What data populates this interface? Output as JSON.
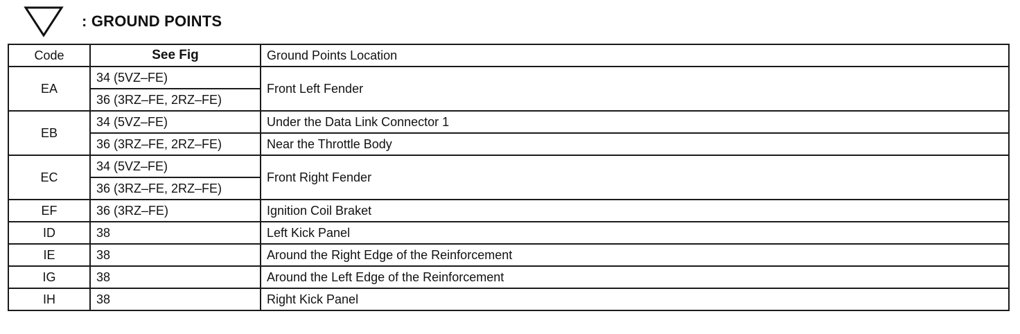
{
  "header": {
    "icon": "ground-triangle-icon",
    "title": ": GROUND POINTS"
  },
  "table": {
    "columns": [
      "Code",
      "See Fig",
      "Ground Points Location"
    ],
    "groups": [
      {
        "code": "EA",
        "figs": [
          "34 (5VZ–FE)",
          "36 (3RZ–FE, 2RZ–FE)"
        ],
        "locations": [
          "Front Left Fender"
        ]
      },
      {
        "code": "EB",
        "figs": [
          "34 (5VZ–FE)",
          "36 (3RZ–FE, 2RZ–FE)"
        ],
        "locations": [
          "Under the Data Link Connector 1",
          "Near the Throttle Body"
        ]
      },
      {
        "code": "EC",
        "figs": [
          "34 (5VZ–FE)",
          "36 (3RZ–FE, 2RZ–FE)"
        ],
        "locations": [
          "Front Right Fender"
        ]
      },
      {
        "code": "EF",
        "figs": [
          "36 (3RZ–FE)"
        ],
        "locations": [
          "Ignition Coil Braket"
        ]
      },
      {
        "code": "ID",
        "figs": [
          "38"
        ],
        "locations": [
          "Left Kick Panel"
        ]
      },
      {
        "code": "IE",
        "figs": [
          "38"
        ],
        "locations": [
          "Around the Right Edge of the Reinforcement"
        ]
      },
      {
        "code": "IG",
        "figs": [
          "38"
        ],
        "locations": [
          "Around the Left Edge of the Reinforcement"
        ]
      },
      {
        "code": "IH",
        "figs": [
          "38"
        ],
        "locations": [
          "Right Kick Panel"
        ]
      }
    ]
  }
}
